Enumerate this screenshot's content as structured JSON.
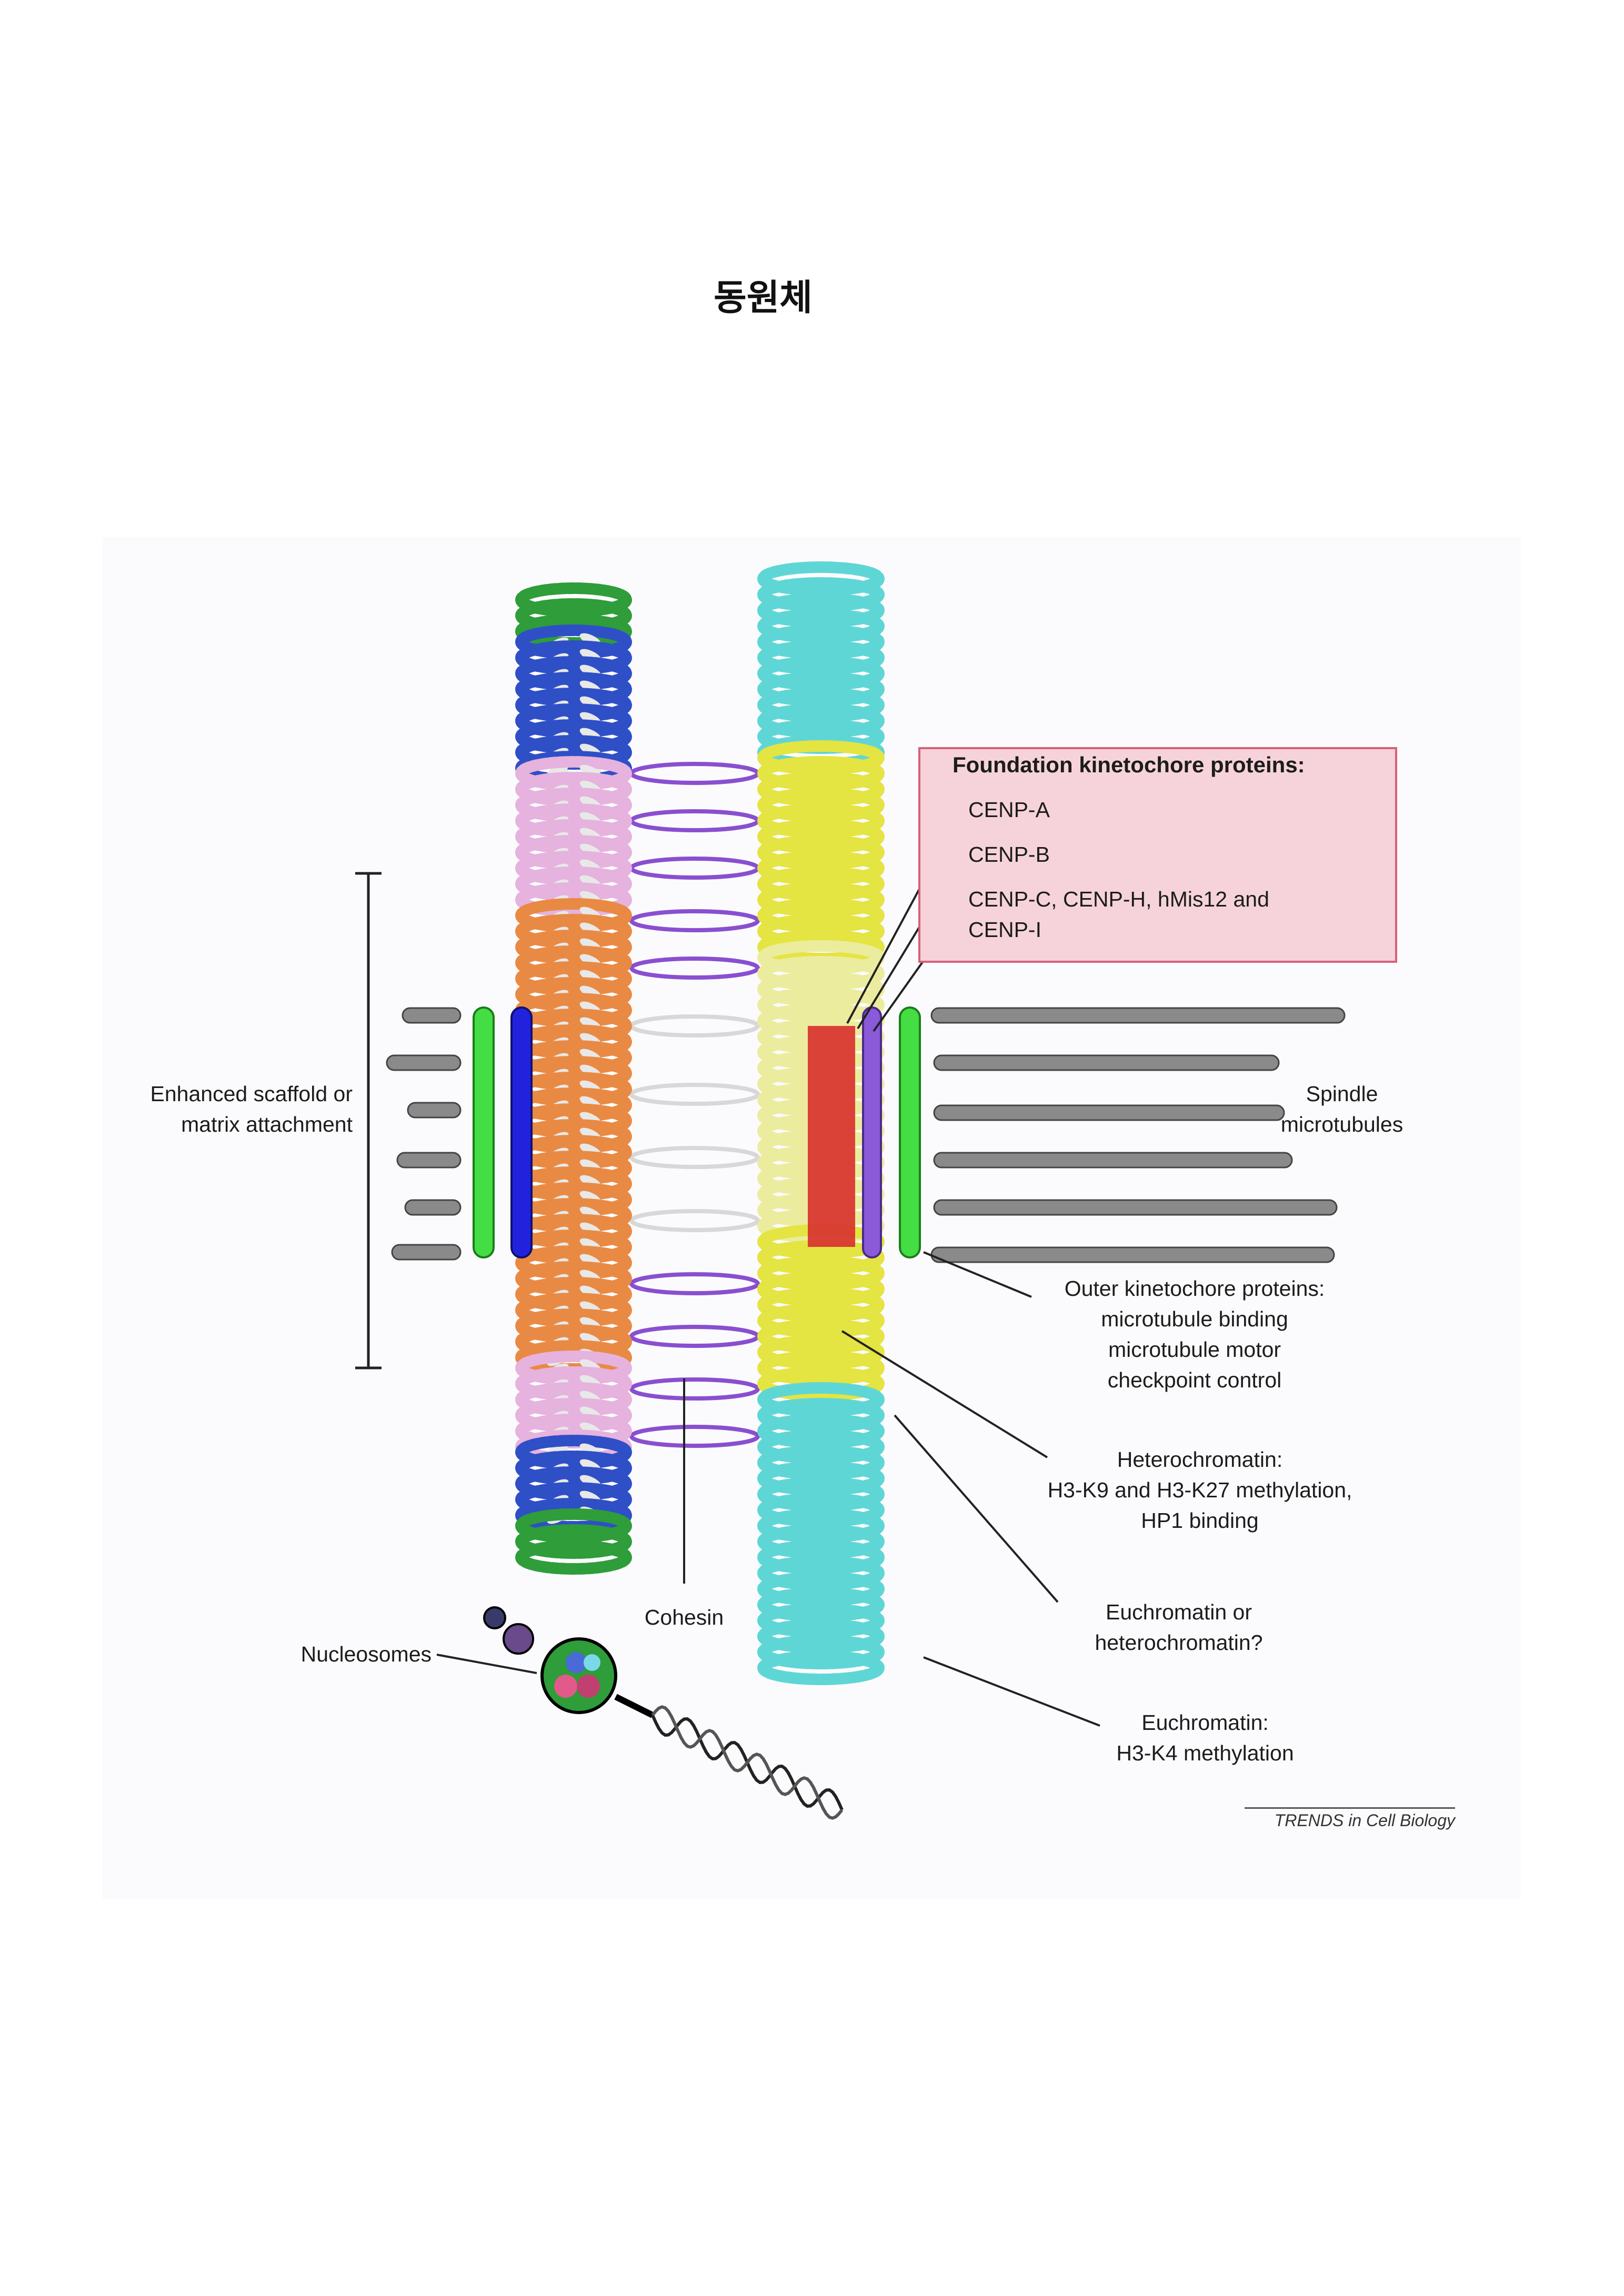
{
  "title": "동원체",
  "figure": {
    "foundation": {
      "title": "Foundation kinetochore proteins:",
      "items": [
        "CENP-A",
        "CENP-B",
        "CENP-C, CENP-H, hMis12 and\nCENP-I"
      ]
    },
    "scaffold_label": "Enhanced scaffold or\nmatrix attachment",
    "spindle_label": "Spindle\nmicrotubules",
    "outer_label": "Outer kinetochore proteins:\nmicrotubule binding\nmicrotubule motor\ncheckpoint control",
    "heterochromatin_label": "Heterochromatin:\nH3-K9 and H3-K27 methylation,\nHP1 binding",
    "euhetero_label": "Euchromatin or\nheterochromatin?",
    "euchromatin_label": "Euchromatin:\nH3-K4 methylation",
    "cohesin_label": "Cohesin",
    "nucleosomes_label": "Nucleosomes",
    "credit": "TRENDS in Cell Biology"
  },
  "colors": {
    "green": "#2e9d3a",
    "blue": "#2f4fc7",
    "pink": "#e6b2de",
    "orange": "#e98a44",
    "cyan": "#5fd6d6",
    "yellow": "#e4e442",
    "cream": "#ecec9e",
    "red": "#d8322f",
    "ring_green": "#44dd44",
    "ring_blue": "#2222dd",
    "ring_purple": "#8a5ad8",
    "cohesin_purple": "#8a4fd0",
    "cohesin_gray": "#d8d8d8",
    "microtubule": "#8a8a8a",
    "box_fill": "#f6d3da",
    "box_border": "#d8607a"
  }
}
